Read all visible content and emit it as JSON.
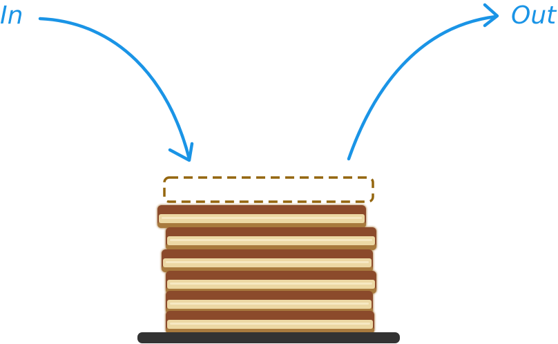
{
  "labels": {
    "in": "In",
    "out": "Out"
  },
  "stack": {
    "pancake_count": 6,
    "slot_count": 1
  },
  "colors": {
    "arrow": "#1a94e6",
    "label": "#1a94e6",
    "pancake_crust": "#8b4a2b",
    "pancake_edge": "#a87a3e",
    "pancake_cream": "#ecd8a4",
    "pancake_cream_light": "#f6e8c2",
    "dashed_slot": "#94660f",
    "plate": "#333333"
  }
}
